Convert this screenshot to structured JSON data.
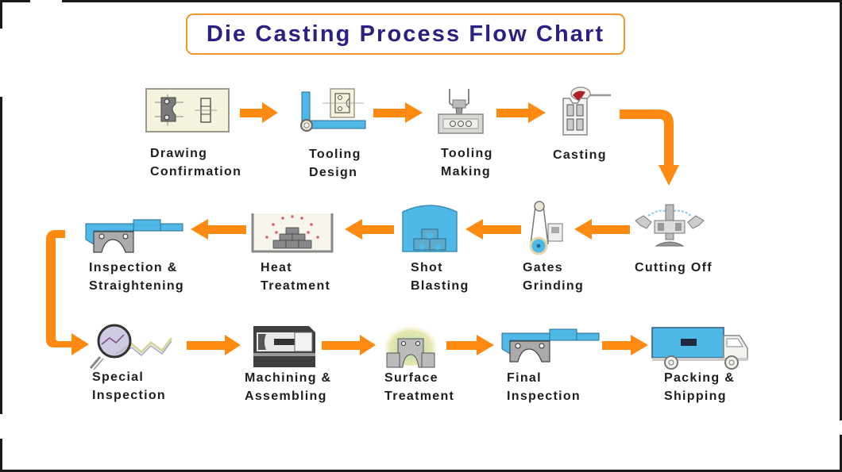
{
  "title": "Die Casting Process Flow Chart",
  "colors": {
    "title_text": "#2b2183",
    "title_border": "#f0962a",
    "arrow": "#ff8a12",
    "blue_part": "#4fb8e6",
    "label_text": "#1e1e1e"
  },
  "steps": [
    {
      "id": 1,
      "label": "Drawing\nConfirmation",
      "icon": "drawing-sheet-icon"
    },
    {
      "id": 2,
      "label": "Tooling\nDesign",
      "icon": "tooling-design-square-icon"
    },
    {
      "id": 3,
      "label": "Tooling\nMaking",
      "icon": "milling-tool-icon"
    },
    {
      "id": 4,
      "label": "Casting",
      "icon": "ladle-casting-icon"
    },
    {
      "id": 5,
      "label": "Cutting Off",
      "icon": "cutting-press-icon"
    },
    {
      "id": 6,
      "label": "Gates\nGrinding",
      "icon": "belt-grinder-icon"
    },
    {
      "id": 7,
      "label": "Shot\nBlasting",
      "icon": "shot-blast-chamber-icon"
    },
    {
      "id": 8,
      "label": "Heat\nTreatment",
      "icon": "heat-furnace-icon"
    },
    {
      "id": 9,
      "label": "Inspection &\nStraightening",
      "icon": "caliper-icon"
    },
    {
      "id": 10,
      "label": "Special\nInspection",
      "icon": "magnifier-icon"
    },
    {
      "id": 11,
      "label": "Machining &\nAssembling",
      "icon": "cnc-machine-icon"
    },
    {
      "id": 12,
      "label": "Surface\nTreatment",
      "icon": "surface-treatment-icon"
    },
    {
      "id": 13,
      "label": "Final\nInspection",
      "icon": "caliper-icon"
    },
    {
      "id": 14,
      "label": "Packing &\nShipping",
      "icon": "delivery-truck-icon"
    }
  ],
  "flow": [
    {
      "from": 1,
      "to": 2
    },
    {
      "from": 2,
      "to": 3
    },
    {
      "from": 3,
      "to": 4
    },
    {
      "from": 4,
      "to": 5
    },
    {
      "from": 5,
      "to": 6
    },
    {
      "from": 6,
      "to": 7
    },
    {
      "from": 7,
      "to": 8
    },
    {
      "from": 8,
      "to": 9
    },
    {
      "from": 9,
      "to": 10
    },
    {
      "from": 10,
      "to": 11
    },
    {
      "from": 11,
      "to": 12
    },
    {
      "from": 12,
      "to": 13
    },
    {
      "from": 13,
      "to": 14
    }
  ]
}
